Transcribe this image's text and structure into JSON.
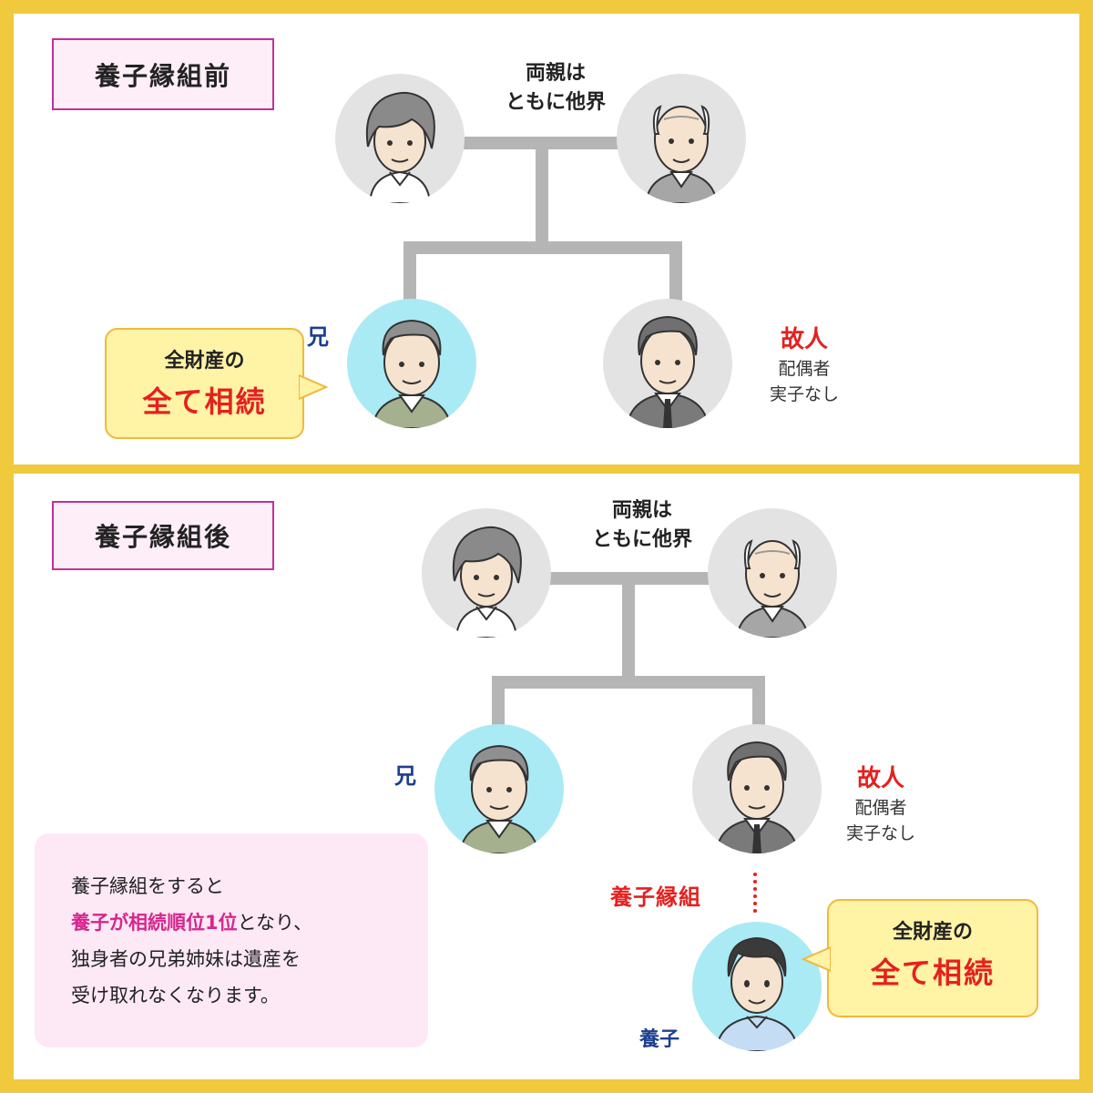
{
  "top": {
    "tag": "養子縁組前",
    "parents_line1": "両親は",
    "parents_line2": "ともに他界",
    "brother_label": "兄",
    "deceased_title": "故人",
    "deceased_sub1": "配偶者",
    "deceased_sub2": "実子なし",
    "bubble_line1": "全財産の",
    "bubble_line2": "全て相続"
  },
  "bottom": {
    "tag": "養子縁組後",
    "parents_line1": "両親は",
    "parents_line2": "ともに他界",
    "brother_label": "兄",
    "deceased_title": "故人",
    "deceased_sub1": "配偶者",
    "deceased_sub2": "実子なし",
    "adoption_label": "養子縁組",
    "adoptee_label": "養子",
    "bubble_line1": "全財産の",
    "bubble_line2": "全て相続",
    "note": {
      "line1": "養子縁組をすると",
      "line2_highlight": "養子が相続順位1位",
      "line2_rest": "となり、",
      "line3": "独身者の兄弟姉妹は遺産を",
      "line4": "受け取れなくなります。"
    }
  },
  "colors": {
    "frame": "#f0c93c",
    "tag_border": "#c22f9d",
    "accent_red": "#e5201f",
    "brother_blue": "#1c3f8f",
    "highlight_pink": "#d7268d",
    "bubble_fill": "#fff3a6",
    "note_fill": "#fde8f6"
  }
}
